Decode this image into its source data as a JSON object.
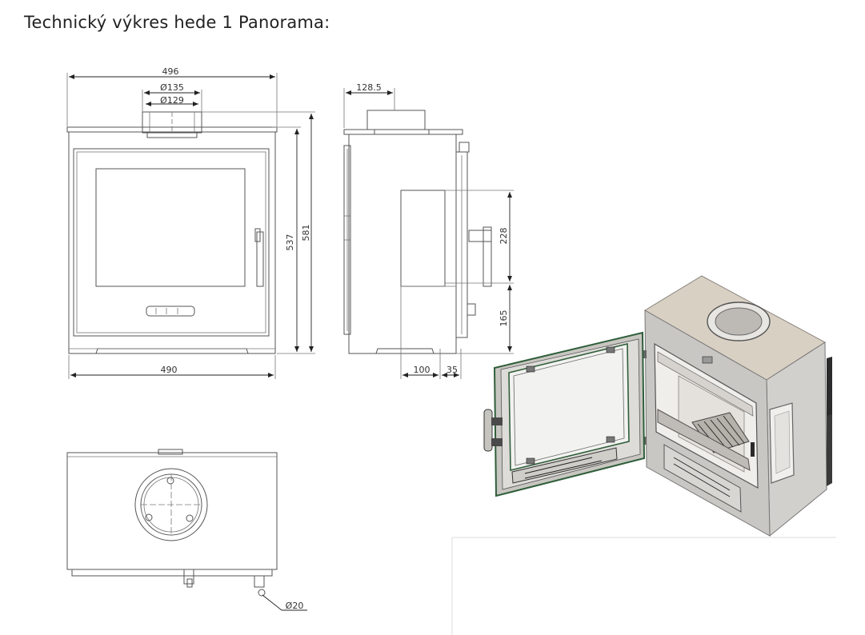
{
  "title": "Technický výkres hede 1 Panorama:",
  "dimensions": {
    "front_width_top": "496",
    "flue_outer": "Ø135",
    "flue_inner": "Ø129",
    "front_width_bottom": "490",
    "height_total": "581",
    "height_body": "537",
    "side_flue_offset": "128.5",
    "side_inlet_height": "228",
    "side_inlet_bottom": "165",
    "side_depth_a": "100",
    "side_depth_b": "35",
    "top_inlet": "Ø20"
  },
  "colors": {
    "line": "#555555",
    "steel": "#d6d3cf",
    "steel_dark": "#b9b6b2",
    "glass": "#f2f2f0",
    "door_frame": "#2f5e3a"
  }
}
